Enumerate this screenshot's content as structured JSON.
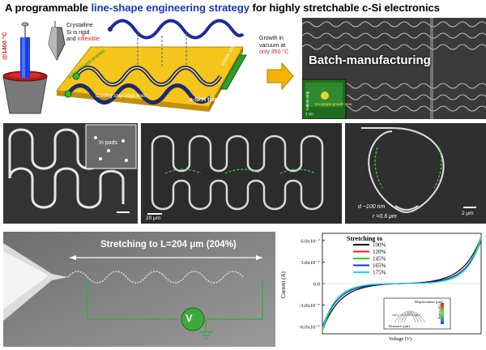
{
  "title": {
    "prefix": "A programmable ",
    "highlight": "line-shape engineering strategy",
    "suffix": " for highly stretchable c-Si electronics"
  },
  "growth_panel": {
    "temperature_label": "@1400 °C",
    "crystalline_line1": "Crystalline",
    "crystalline_line2_prefix": "Si is rigid",
    "crystalline_line3_prefix": "and ",
    "crystalline_line3_highlight": "inflexible",
    "growth_line1": "Growth in",
    "growth_line2": "vacuum at",
    "growth_line3": "only 350 °C",
    "indium_strip_label": "Indium strip",
    "film_label": "a-Si:H thin film",
    "guiding_label": "Guiding step edge lines",
    "droplet_label": "In liquid metal droplets"
  },
  "batch_panel": {
    "label": "Batch-manufacturing",
    "inset_top_label": "Indium strip",
    "inset_mid_label": "In-catalyst growth area",
    "inset_bottom_label": "1 cm"
  },
  "sem_panels": {
    "inset_label": "In pads",
    "scale_20": "20 μm",
    "d_label": "d ~100 nm",
    "r_label": "r =0.6 μm",
    "scale_2": "2 μm"
  },
  "stretch_panel": {
    "label": "Stretching to L=204 μm (204%)",
    "meter_symbol": "V"
  },
  "chart_data": {
    "type": "line",
    "xlabel": "Voltage (V)",
    "ylabel": "Current (A)",
    "ylim": [
      -7e-07,
      7e-07
    ],
    "ytick_labels": [
      "6.0x10⁻⁷",
      "3.0x10⁻⁷",
      "0.0",
      "-3.0x10⁻⁷",
      "-6.0x10⁻⁷"
    ],
    "legend_title": "Stretching to",
    "series": [
      {
        "name": "100%",
        "color": "#000000"
      },
      {
        "name": "120%",
        "color": "#e8201c"
      },
      {
        "name": "145%",
        "color": "#2bd12b"
      },
      {
        "name": "165%",
        "color": "#1f2fd6"
      },
      {
        "name": "175%",
        "color": "#19d8e6"
      }
    ],
    "inset": {
      "title": "Displacement (μm)",
      "x_label": "Distance (μm)",
      "bar_label": "Strain (%)",
      "curve_labels": [
        "165%",
        "145%",
        "120%",
        "100%"
      ]
    }
  }
}
